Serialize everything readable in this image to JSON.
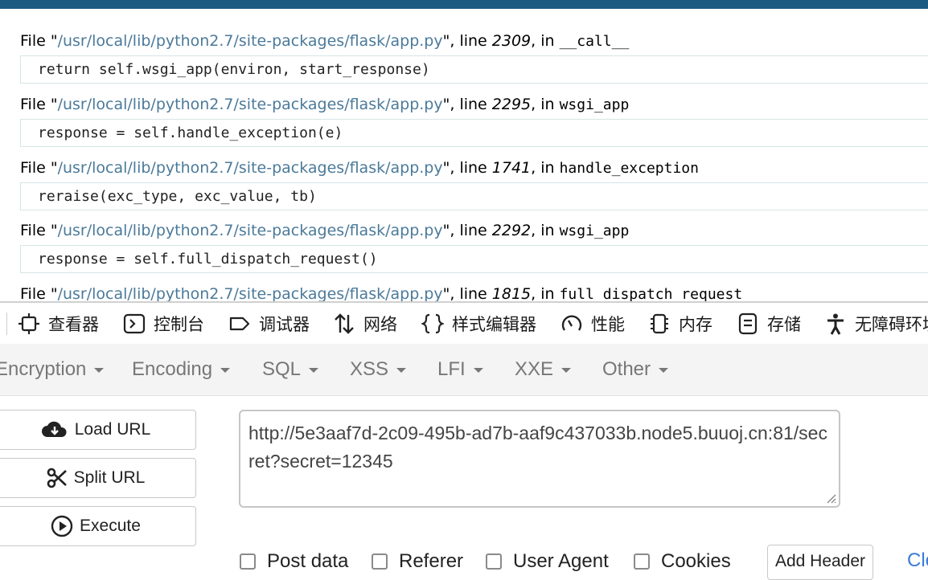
{
  "traceback": [
    {
      "prefix": "File \"",
      "path": "/usr/local/lib/python2.7/site-packages/flask/app.py",
      "mid": "\", line ",
      "line": "2309",
      "in_text": ", in ",
      "func": "__call__",
      "code": "return self.wsgi_app(environ, start_response)"
    },
    {
      "prefix": "File \"",
      "path": "/usr/local/lib/python2.7/site-packages/flask/app.py",
      "mid": "\", line ",
      "line": "2295",
      "in_text": ", in ",
      "func": "wsgi_app",
      "code": "response = self.handle_exception(e)"
    },
    {
      "prefix": "File \"",
      "path": "/usr/local/lib/python2.7/site-packages/flask/app.py",
      "mid": "\", line ",
      "line": "1741",
      "in_text": ", in ",
      "func": "handle_exception",
      "code": "reraise(exc_type, exc_value, tb)"
    },
    {
      "prefix": "File \"",
      "path": "/usr/local/lib/python2.7/site-packages/flask/app.py",
      "mid": "\", line ",
      "line": "2292",
      "in_text": ", in ",
      "func": "wsgi_app",
      "code": "response = self.full_dispatch_request()"
    },
    {
      "prefix": "File \"",
      "path": "/usr/local/lib/python2.7/site-packages/flask/app.py",
      "mid": "\", line ",
      "line": "1815",
      "in_text": ", in ",
      "func": "full_dispatch_request",
      "code": ""
    }
  ],
  "devtools": {
    "tabs": [
      {
        "label": "查看器",
        "icon": "inspector-icon"
      },
      {
        "label": "控制台",
        "icon": "console-icon"
      },
      {
        "label": "调试器",
        "icon": "debugger-icon"
      },
      {
        "label": "网络",
        "icon": "network-icon"
      },
      {
        "label": "样式编辑器",
        "icon": "style-editor-icon"
      },
      {
        "label": "性能",
        "icon": "performance-icon"
      },
      {
        "label": "内存",
        "icon": "memory-icon"
      },
      {
        "label": "存储",
        "icon": "storage-icon"
      },
      {
        "label": "无障碍环境",
        "icon": "accessibility-icon"
      }
    ]
  },
  "hackbar": {
    "menu": [
      "Encryption",
      "Encoding",
      "SQL",
      "XSS",
      "LFI",
      "XXE",
      "Other"
    ],
    "load_url": "Load URL",
    "split_url": "Split URL",
    "execute": "Execute",
    "url_value": "http://5e3aaf7d-2c09-495b-ad7b-aaf9c437033b.node5.buuoj.cn:81/secret?secret=12345",
    "options": {
      "post_data": "Post data",
      "referer": "Referer",
      "user_agent": "User Agent",
      "cookies": "Cookies"
    },
    "add_header": "Add Header",
    "clear": "Cle"
  },
  "colors": {
    "topbar": "#1d5a82",
    "path": "#4b7a9a",
    "link": "#3a7bd5"
  }
}
